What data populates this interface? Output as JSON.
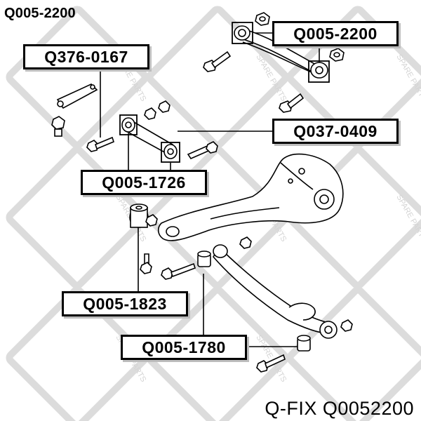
{
  "title": "Q005-2200",
  "footer": "Q-FIX Q0052200",
  "watermark_text": "SPARE PARTS",
  "labels": {
    "top_right": "Q005-2200",
    "link_bracket": "Q376-0167",
    "upper_link": "Q037-0409",
    "upper_link_bushing": "Q005-1726",
    "knuckle_bushing": "Q005-1823",
    "lower_arm_bushing": "Q005-1780"
  },
  "colors": {
    "line": "#000000",
    "watermark": "#d7d7d7",
    "label_shadow": "#bdbdbd"
  }
}
